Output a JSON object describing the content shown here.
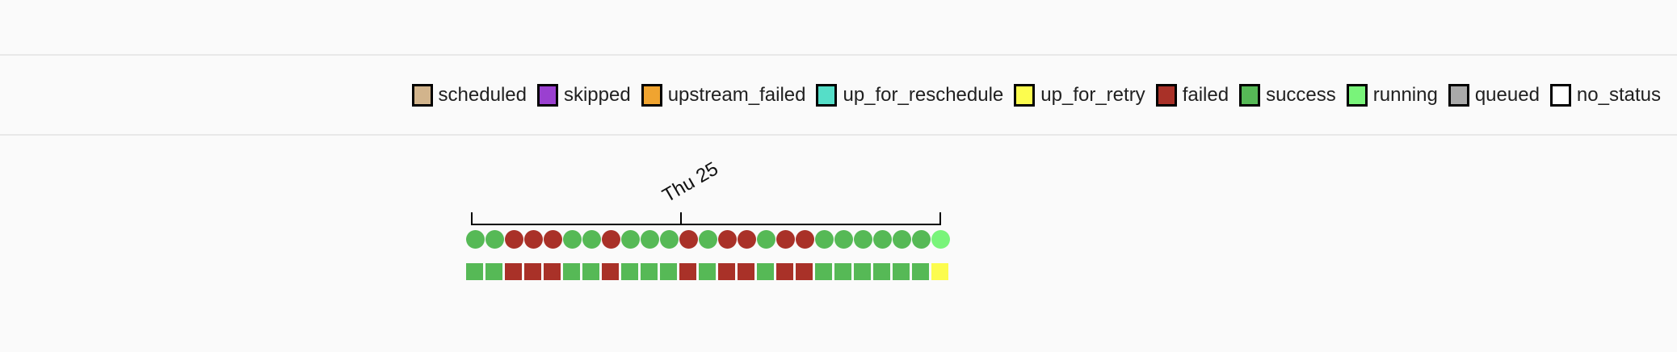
{
  "legend": {
    "items": [
      {
        "label": "scheduled",
        "color": "#d2b48c"
      },
      {
        "label": "skipped",
        "color": "#9a40d0"
      },
      {
        "label": "upstream_failed",
        "color": "#f0a430"
      },
      {
        "label": "up_for_reschedule",
        "color": "#55dec8"
      },
      {
        "label": "up_for_retry",
        "color": "#fcfc4e"
      },
      {
        "label": "failed",
        "color": "#a93128"
      },
      {
        "label": "success",
        "color": "#56b956"
      },
      {
        "label": "running",
        "color": "#79f47a"
      },
      {
        "label": "queued",
        "color": "#a9a9a9"
      },
      {
        "label": "no_status",
        "color": "#ffffff"
      }
    ]
  },
  "chart_data": {
    "type": "status-grid",
    "axis_label": "Thu 25",
    "dag_runs": [
      "success",
      "success",
      "failed",
      "failed",
      "failed",
      "success",
      "success",
      "failed",
      "success",
      "success",
      "success",
      "failed",
      "success",
      "failed",
      "failed",
      "success",
      "failed",
      "failed",
      "success",
      "success",
      "success",
      "success",
      "success",
      "success",
      "running"
    ],
    "task_instances": [
      "success",
      "success",
      "failed",
      "failed",
      "failed",
      "success",
      "success",
      "failed",
      "success",
      "success",
      "success",
      "failed",
      "success",
      "failed",
      "failed",
      "success",
      "failed",
      "failed",
      "success",
      "success",
      "success",
      "success",
      "success",
      "success",
      "up_for_retry"
    ],
    "state_colors": {
      "success": "#56b956",
      "failed": "#a93128",
      "running": "#79f47a",
      "up_for_retry": "#fcfc4e"
    }
  }
}
